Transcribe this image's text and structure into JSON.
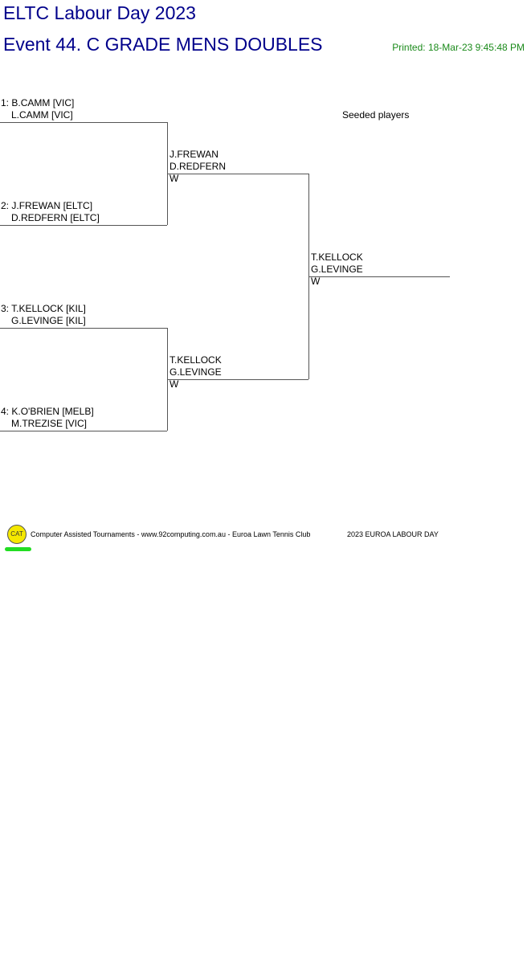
{
  "header": {
    "title": "ELTC Labour Day 2023",
    "event": "Event 44. C GRADE MENS DOUBLES",
    "printed": "Printed: 18-Mar-23 9:45:48 PM"
  },
  "legend": {
    "seeded": "Seeded players"
  },
  "round1": [
    {
      "seed": "1:",
      "p1": "B.CAMM [VIC]",
      "p2": "L.CAMM [VIC]"
    },
    {
      "seed": "2:",
      "p1": "J.FREWAN [ELTC]",
      "p2": "D.REDFERN [ELTC]"
    },
    {
      "seed": "3:",
      "p1": "T.KELLOCK [KIL]",
      "p2": "G.LEVINGE [KIL]"
    },
    {
      "seed": "4:",
      "p1": "K.O'BRIEN [MELB]",
      "p2": "M.TREZISE [VIC]"
    }
  ],
  "round2": [
    {
      "p1": "J.FREWAN",
      "p2": "D.REDFERN",
      "result": "W"
    },
    {
      "p1": "T.KELLOCK",
      "p2": "G.LEVINGE",
      "result": "W"
    }
  ],
  "final": {
    "p1": "T.KELLOCK",
    "p2": "G.LEVINGE",
    "result": "W"
  },
  "footer": {
    "logo": "CAT",
    "credit": "Computer Assisted Tournaments - www.92computing.com.au -  Euroa Lawn Tennis Club",
    "tournament": "2023 EUROA LABOUR DAY"
  }
}
